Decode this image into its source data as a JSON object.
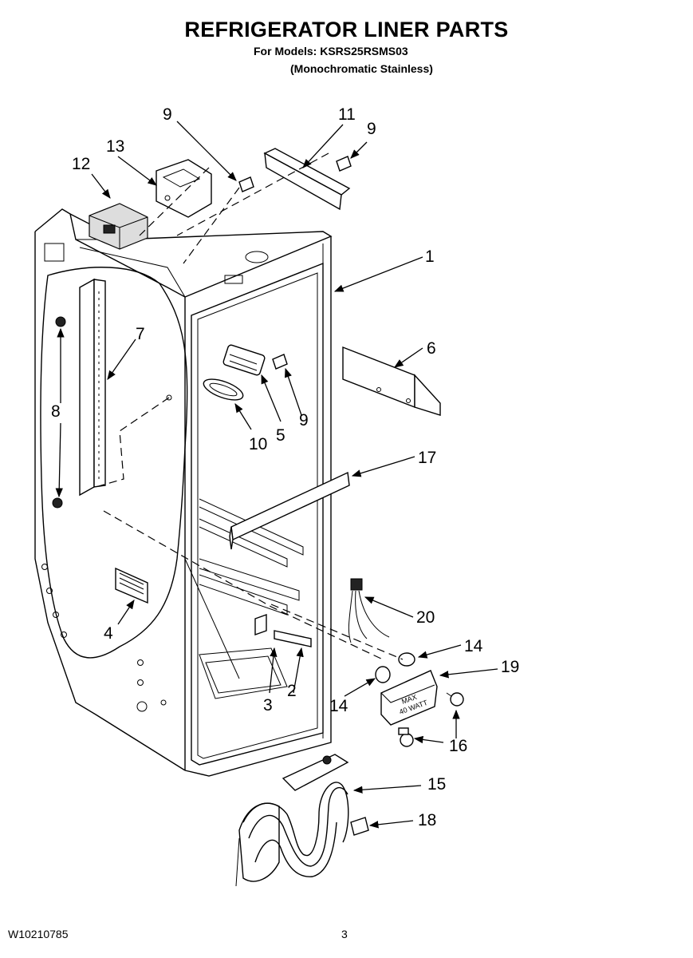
{
  "header": {
    "title": "REFRIGERATOR LINER PARTS",
    "models": "For Models: KSRS25RSMS03",
    "finish": "(Monochromatic Stainless)"
  },
  "footer": {
    "doc_number": "W10210785",
    "page_number": "3"
  },
  "callouts": {
    "c1": "1",
    "c2": "2",
    "c3": "3",
    "c4": "4",
    "c5": "5",
    "c6": "6",
    "c7": "7",
    "c8": "8",
    "c9a": "9",
    "c9b": "9",
    "c9c": "9",
    "c10": "10",
    "c11": "11",
    "c12": "12",
    "c13": "13",
    "c14a": "14",
    "c14b": "14",
    "c15": "15",
    "c16": "16",
    "c17": "17",
    "c18": "18",
    "c19": "19",
    "c20": "20"
  },
  "part_markings": {
    "lamp_housing_line1": "MAX",
    "lamp_housing_line2": "40 WATT"
  }
}
